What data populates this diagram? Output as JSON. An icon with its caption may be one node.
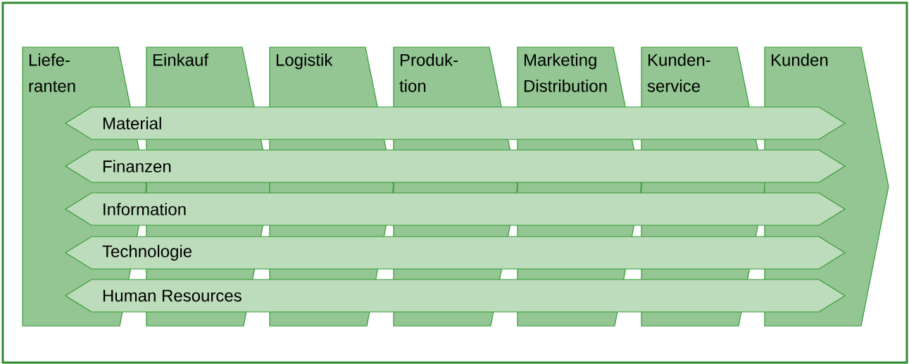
{
  "diagram": {
    "nodes": [
      {
        "text": [
          "Liefe- ranten"
        ]
      },
      {
        "text": [
          "Einkauf"
        ]
      },
      {
        "text": [
          "Logistik"
        ]
      },
      {
        "text": [
          "Produk- tion"
        ]
      },
      {
        "text": [
          "Marketing Distribution"
        ]
      },
      {
        "text": [
          "Kunden- service"
        ]
      },
      {
        "text": [
          "Kunden"
        ]
      },
      {
        "text": [
          "Material"
        ]
      },
      {
        "text": [
          "Finanzen"
        ]
      },
      {
        "text": [
          "Information"
        ]
      },
      {
        "text": [
          "Technologie"
        ]
      },
      {
        "text": [
          "Human Resources"
        ]
      }
    ]
  }
}
